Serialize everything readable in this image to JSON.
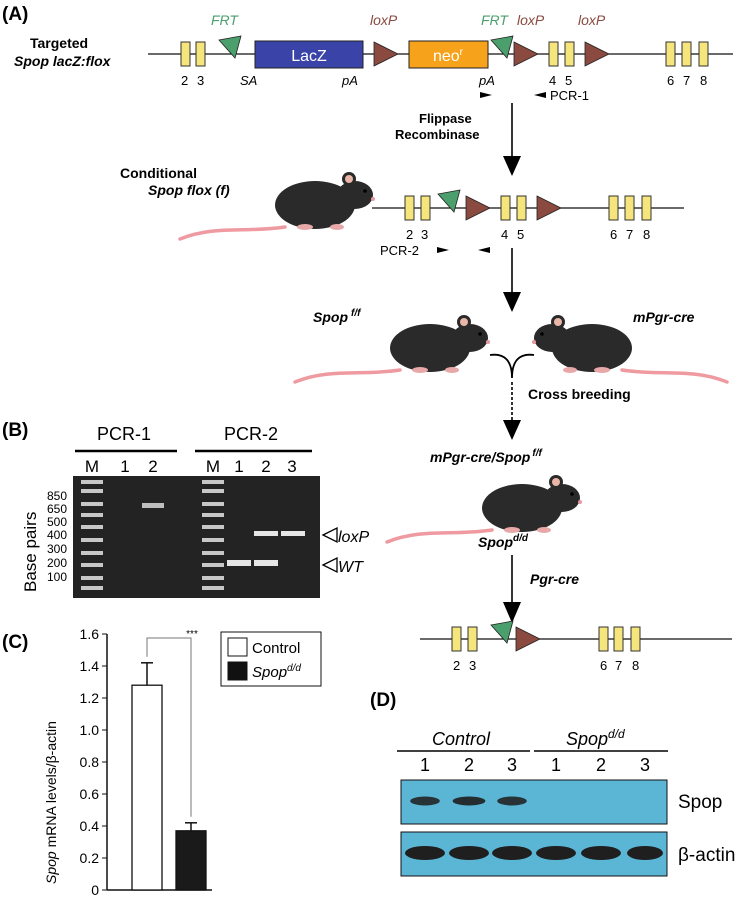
{
  "panels": {
    "a": "(A)",
    "b": "(B)",
    "c": "(C)",
    "d": "(D)"
  },
  "construct": {
    "targeted_line1": "Targeted",
    "targeted_line2_gene": "Spop",
    "targeted_line2_rest": " lacZ:flox",
    "frt1": "FRT",
    "loxp1": "loxP",
    "frt2": "FRT",
    "loxp2": "loxP",
    "loxp3": "loxP",
    "lacz": "LacZ",
    "neo": "neo",
    "neo_sup": "r",
    "sa": "SA",
    "pa1": "pA",
    "pa2": "pA",
    "exon_2": "2",
    "exon_3": "3",
    "exon_4": "4",
    "exon_5": "5",
    "exon_6": "6",
    "exon_7": "7",
    "exon_8": "8",
    "pcr1": "PCR-1",
    "step1_line1": "Flippase",
    "step1_line2": "Recombinase",
    "conditional_line1": "Conditional",
    "conditional_line2": "Spop flox (f)",
    "pcr2": "PCR-2",
    "spop_ff": "Spop",
    "spop_ff_sup": "f/f",
    "mpgr_cre": "mPgr-cre",
    "cross": "Cross breeding",
    "cross_label": "mPgr-cre/Spop",
    "cross_label_sup": "f/f",
    "spop_dd": "Spop",
    "spop_dd_sup": "d/d",
    "pgr_cre": "Pgr-cre"
  },
  "gel": {
    "group1": "PCR-1",
    "group2": "PCR-2",
    "lanes1": [
      "M",
      "1",
      "2"
    ],
    "lanes2": [
      "M",
      "1",
      "2",
      "3"
    ],
    "ylabel": "Base pairs",
    "markers": [
      "850",
      "650",
      "500",
      "400",
      "300",
      "200",
      "100"
    ],
    "loxp": "loxP",
    "wt": "WT",
    "colors": {
      "gel": "#232323",
      "band": "#e6e6e6"
    }
  },
  "chart_data": {
    "type": "bar",
    "categories": [
      "Control",
      "Spop d/d"
    ],
    "values": [
      1.28,
      0.37
    ],
    "errors": [
      0.14,
      0.05
    ],
    "ylim": [
      0,
      1.6
    ],
    "yticks": [
      "0",
      "0.2",
      "0.4",
      "0.6",
      "0.8",
      "1.0",
      "1.2",
      "1.4",
      "1.6"
    ],
    "ylabel_gene": "Spop",
    "ylabel_rest": " mRNA levels/β-actin",
    "significance": "***",
    "legend": [
      {
        "label": "Control",
        "sup": "",
        "color": "#ffffff"
      },
      {
        "label": "Spop",
        "sup": "d/d",
        "color": "#111111"
      }
    ],
    "legend_placement": "top-right",
    "grid": false
  },
  "western": {
    "group1": "Control",
    "group2": "Spop",
    "group2_sup": "d/d",
    "lanes": [
      "1",
      "2",
      "3",
      "1",
      "2",
      "3"
    ],
    "row1": "Spop",
    "row2": "β-actin",
    "spop_levels": [
      0.8,
      0.9,
      0.8,
      0,
      0,
      0
    ],
    "actin_levels": [
      1,
      1,
      1,
      1,
      1,
      0.9
    ],
    "colors": {
      "blot": "#5bb6d6",
      "band": "#1f1f1f"
    }
  }
}
